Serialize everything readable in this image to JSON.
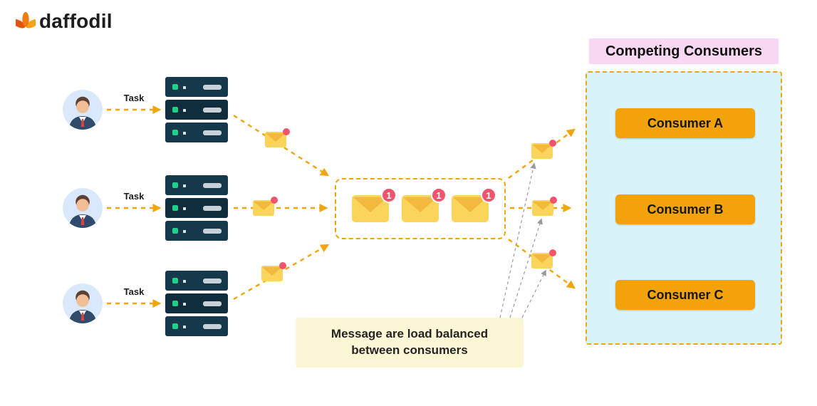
{
  "logo": {
    "text": "daffodil"
  },
  "producers": {
    "items": [
      {
        "task_label": "Task"
      },
      {
        "task_label": "Task"
      },
      {
        "task_label": "Task"
      }
    ]
  },
  "queue": {
    "messages": [
      {
        "badge": "1"
      },
      {
        "badge": "1"
      },
      {
        "badge": "1"
      }
    ]
  },
  "consumers": {
    "title": "Competing Consumers",
    "items": [
      {
        "label": "Consumer A"
      },
      {
        "label": "Consumer B"
      },
      {
        "label": "Consumer C"
      }
    ]
  },
  "note": {
    "line1": "Message are load balanced",
    "line2": "between consumers"
  },
  "colors": {
    "arrow_orange": "#F0A50A",
    "button_orange": "#F2A30B",
    "panel_cyan": "#D8F4F9",
    "title_pink": "#F8D7F2",
    "note_yellow": "#FBF7D5",
    "badge_red": "#F4536E",
    "envelope_yellow": "#FBD45C",
    "server_navy": "#15384A",
    "gray_arrow": "#9A9A9A"
  }
}
